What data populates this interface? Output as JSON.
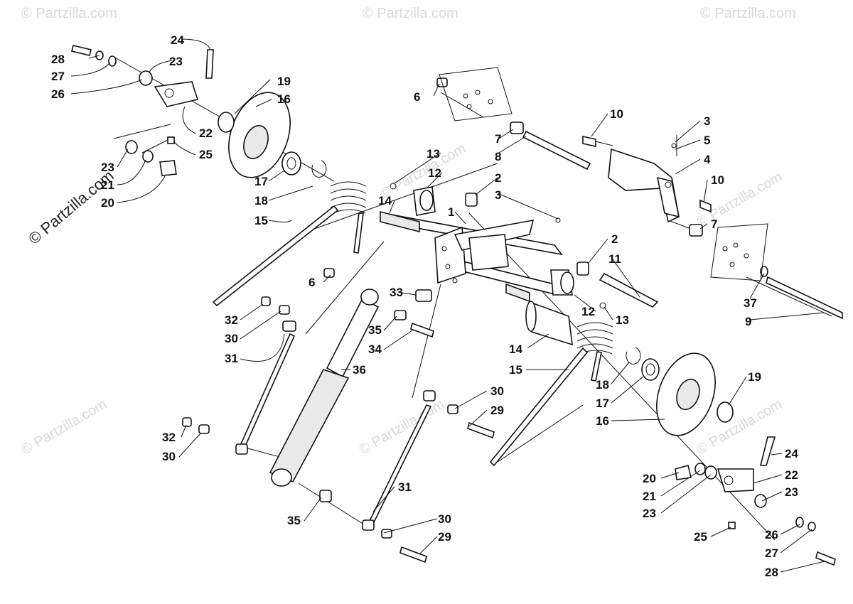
{
  "watermark": {
    "text": "© Partzilla.com",
    "side_text": "© Partzilla.com"
  },
  "callouts": {
    "c1": "1",
    "c2a": "2",
    "c2b": "2",
    "c3a": "3",
    "c3b": "3",
    "c4": "4",
    "c5": "5",
    "c6a": "6",
    "c6b": "6",
    "c7a": "7",
    "c7b": "7",
    "c8": "8",
    "c9": "9",
    "c10a": "10",
    "c10b": "10",
    "c11": "11",
    "c12a": "12",
    "c12b": "12",
    "c13a": "13",
    "c13b": "13",
    "c14a": "14",
    "c14b": "14",
    "c15a": "15",
    "c15b": "15",
    "c16a": "16",
    "c16b": "16",
    "c17a": "17",
    "c17b": "17",
    "c18a": "18",
    "c18b": "18",
    "c19a": "19",
    "c19b": "19",
    "c20a": "20",
    "c20b": "20",
    "c21a": "21",
    "c21b": "21",
    "c22a": "22",
    "c22b": "22",
    "c23a": "23",
    "c23b": "23",
    "c23c": "23",
    "c23d": "23",
    "c24a": "24",
    "c24b": "24",
    "c25a": "25",
    "c25b": "25",
    "c26a": "26",
    "c26b": "26",
    "c27a": "27",
    "c27b": "27",
    "c28a": "28",
    "c28b": "28",
    "c29a": "29",
    "c29b": "29",
    "c30a": "30",
    "c30b": "30",
    "c30c": "30",
    "c30d": "30",
    "c31a": "31",
    "c31b": "31",
    "c32a": "32",
    "c32b": "32",
    "c33": "33",
    "c34": "34",
    "c35a": "35",
    "c35b": "35",
    "c36": "36",
    "c37": "37"
  }
}
